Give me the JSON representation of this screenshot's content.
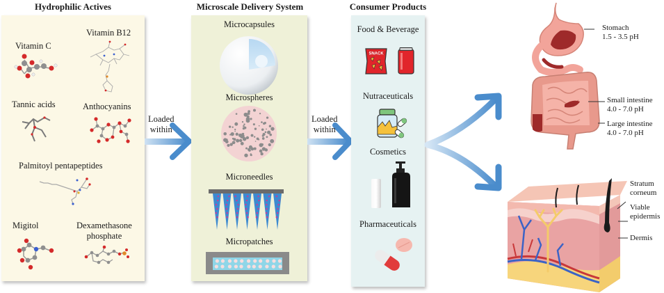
{
  "columns": {
    "actives": {
      "title": "Hydrophilic Actives",
      "items": [
        {
          "name": "Vitamin C"
        },
        {
          "name": "Vitamin B12"
        },
        {
          "name": "Tannic acids"
        },
        {
          "name": "Anthocyanins"
        },
        {
          "name": "Palmitoyl pentapeptides"
        },
        {
          "name": "Migitol"
        },
        {
          "name": "Dexamethasone",
          "name_line2": "phosphate"
        }
      ]
    },
    "delivery": {
      "title": "Microscale Delivery System",
      "items": [
        {
          "name": "Microcapsules"
        },
        {
          "name": "Microspheres"
        },
        {
          "name": "Microneedles"
        },
        {
          "name": "Micropatches"
        }
      ]
    },
    "products": {
      "title": "Consumer Products",
      "items": [
        {
          "name": "Food & Beverage",
          "packaging_text": "SNACK"
        },
        {
          "name": "Nutraceuticals"
        },
        {
          "name": "Cosmetics"
        },
        {
          "name": "Pharmaceuticals"
        }
      ]
    }
  },
  "arrows": [
    {
      "label_line1": "Loaded",
      "label_line2": "within"
    },
    {
      "label_line1": "Loaded",
      "label_line2": "within"
    }
  ],
  "targets": {
    "gi_tract": [
      {
        "organ": "Stomach",
        "ph": "1.5 - 3.5 pH"
      },
      {
        "organ": "Small intestine",
        "ph": "4.0 - 7.0 pH"
      },
      {
        "organ": "Large intestine",
        "ph": "4.0 - 7.0 pH"
      }
    ],
    "skin": [
      {
        "layer": "Stratum",
        "layer_line2": "corneum"
      },
      {
        "layer": "Viable",
        "layer_line2": "epidermis"
      },
      {
        "layer": "Dermis"
      }
    ]
  },
  "colors": {
    "arrow": "#4a8ccc",
    "atom_oxygen": "#d42a2a",
    "atom_carbon": "#8f8f8f",
    "atom_hydrogen": "#f2f2f2",
    "atom_nitrogen": "#3a5fcf"
  }
}
